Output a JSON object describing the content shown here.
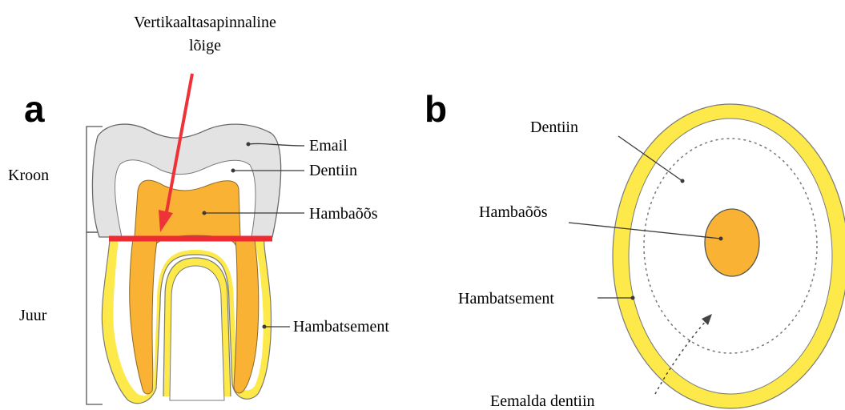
{
  "panel_a": {
    "letter": "a",
    "cut_label_line1": "Vertikaaltasapinnaline",
    "cut_label_line2": "lõige",
    "crown_label": "Kroon",
    "root_label": "Juur",
    "enamel_label": "Email",
    "dentin_label": "Dentiin",
    "pulp_label": "Hambaõõs",
    "cementum_label": "Hambatsement"
  },
  "panel_b": {
    "letter": "b",
    "dentin_label": "Dentiin",
    "pulp_label": "Hambaõõs",
    "cementum_label": "Hambatsement",
    "remove_label": "Eemalda dentiin"
  },
  "colors": {
    "enamel": "#e3e3e3",
    "cementum": "#fde94a",
    "pulp": "#f9b233",
    "cut_arrow": "#ee3338",
    "cut_line": "#ee2b33",
    "outline": "#6b6b6b"
  }
}
